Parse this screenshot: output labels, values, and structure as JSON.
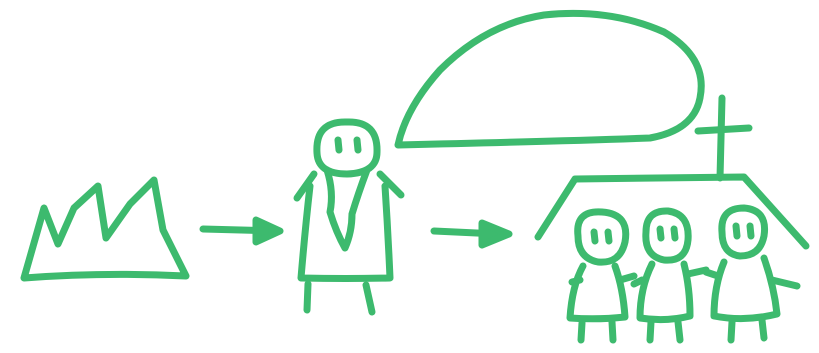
{
  "diagram": {
    "style": "hand-drawn marker sketch",
    "ink_color": "#3dba6e",
    "background_color": "#ffffff",
    "elements": [
      "crown-icon",
      "arrow-right-icon",
      "bearded-figure",
      "speech-bubble",
      "arrow-right-icon",
      "church-roof-with-cross",
      "congregation-figures"
    ]
  }
}
